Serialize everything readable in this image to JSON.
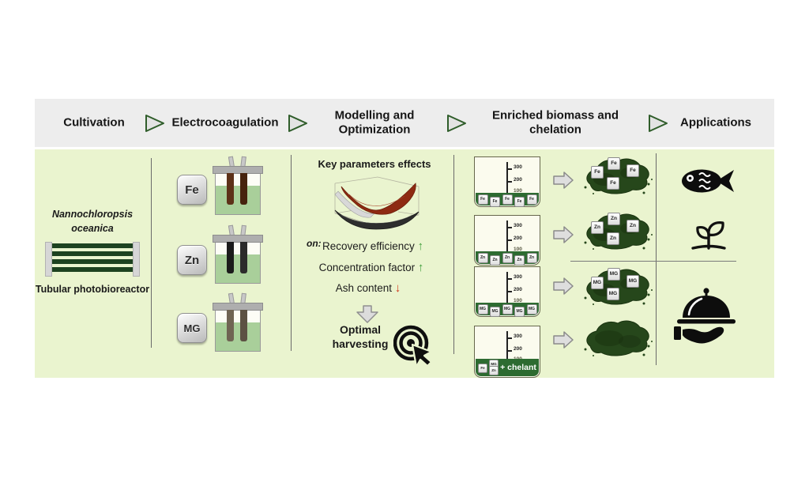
{
  "header": {
    "stages": [
      {
        "line1": "Cultivation",
        "line2": ""
      },
      {
        "line1": "Electrocoagulation",
        "line2": ""
      },
      {
        "line1": "Modelling and",
        "line2": "Optimization"
      },
      {
        "line1": "Enriched biomass and",
        "line2": "chelation"
      },
      {
        "line1": "Applications",
        "line2": ""
      }
    ]
  },
  "cultivation": {
    "species_line1": "Nannochloropsis",
    "species_line2": "oceanica",
    "reactor_label": "Tubular photobioreactor"
  },
  "electrocoagulation": {
    "cells": [
      {
        "metal": "Fe"
      },
      {
        "metal": "Zn"
      },
      {
        "metal": "MG"
      }
    ]
  },
  "modelling": {
    "title": "Key parameters effects",
    "on_label": "on:",
    "effects": [
      {
        "label": "Recovery efficiency",
        "arrow": "↑",
        "direction": "up"
      },
      {
        "label": "Concentration factor",
        "arrow": "↑",
        "direction": "up"
      },
      {
        "label": "Ash content",
        "arrow": "↓",
        "direction": "down"
      }
    ],
    "result_line1": "Optimal",
    "result_line2": "harvesting"
  },
  "enrichment": {
    "scale": {
      "t300": "300",
      "t200": "200",
      "t100": "100"
    },
    "rows": [
      {
        "metal": "Fe"
      },
      {
        "metal": "Zn"
      },
      {
        "metal": "MG"
      },
      {
        "metal1": "Fe",
        "metal2": "MG",
        "metal3": "Zn",
        "chelant_label": "+ chelant"
      }
    ]
  },
  "applications": {
    "items": [
      {
        "icon": "fish"
      },
      {
        "icon": "seedling"
      },
      {
        "icon": "food-serving"
      }
    ]
  },
  "colors": {
    "header_bg": "#ededed",
    "content_bg": "#eaf4cf",
    "flow_arrow_stroke": "#2f5d2a",
    "tube_green": "#1d4220",
    "liquid_green": "#a9cf9a",
    "sediment_green": "#2d6b31",
    "biomass_green": "#26471b",
    "surface_red": "#8e2a12",
    "up_arrow": "#3f9e3a",
    "down_arrow": "#d03418"
  }
}
